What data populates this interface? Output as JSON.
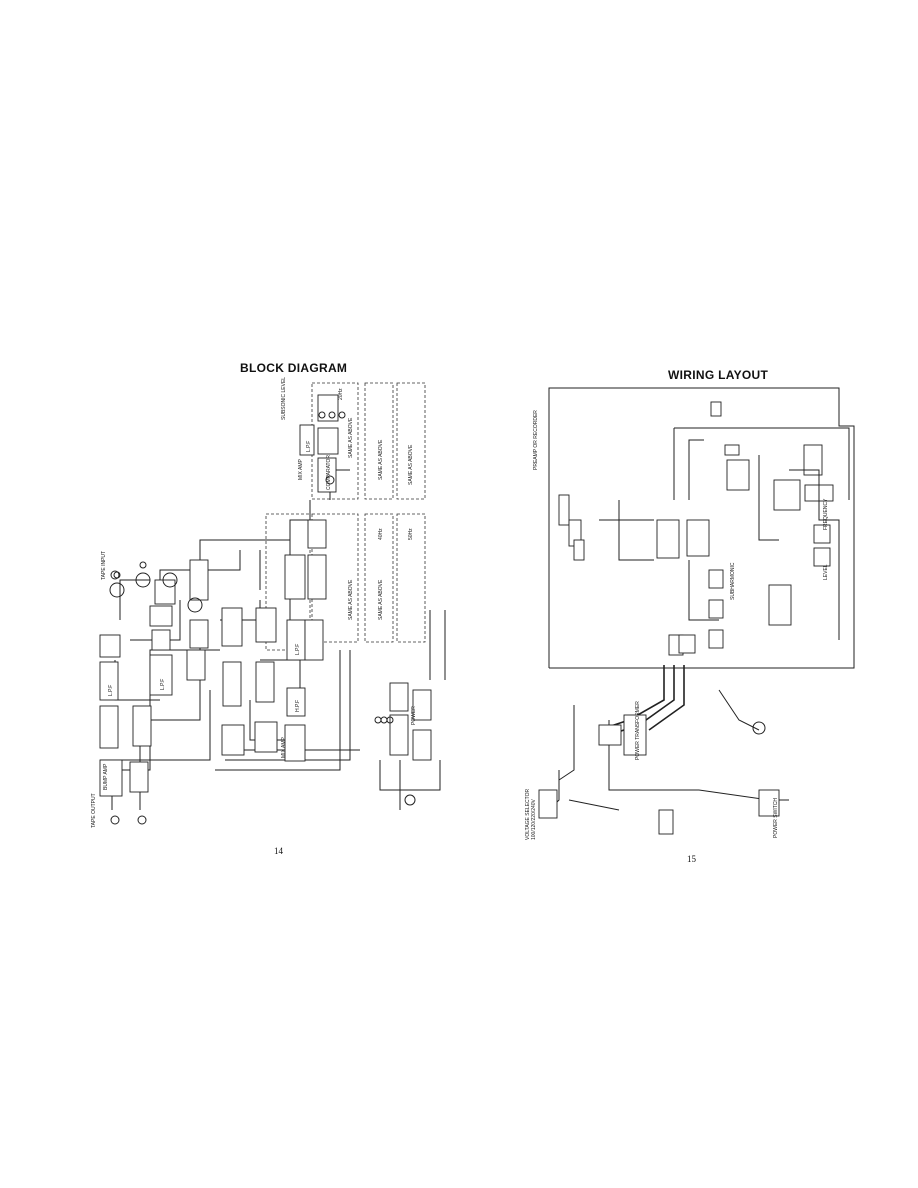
{
  "left_page": {
    "title": "BLOCK DIAGRAM",
    "page_number": "14",
    "labels": {
      "tape_output": "TAPE OUTPUT",
      "bump_amp": "BUMP AMP",
      "tape_input": "TAPE INPUT",
      "subsonic_level": "SUBSONIC LEVEL",
      "mix_amp": "MIX AMP",
      "power": "POWER",
      "same_as_above_1": "SAME AS ABOVE",
      "same_as_above_2": "SAME AS ABOVE",
      "same_as_above_3": "SAME AS ABOVE",
      "same_as_above_4": "SAME AS ABOVE",
      "same_as_above_5": "SAME AS ABOVE",
      "hz_20": "20Hz",
      "hz_40": "40Hz",
      "hz_50": "50Hz",
      "lpf_1": "L.P.F",
      "lpf_2": "L.P.F",
      "lpf_3": "L.P.F",
      "lpf_4": "L.P.F",
      "hpf": "H.P.F",
      "comparator": "COMPARATOR"
    }
  },
  "right_page": {
    "title": "WIRING LAYOUT",
    "page_number": "15",
    "labels": {
      "voltage_selector": "VOLTAGE SELECTOR",
      "voltage_values": "100/120/220/240V",
      "power_switch": "POWER SWITCH",
      "power_transformer": "POWER TRANSFORMER",
      "preamp": "PREAMP OR RECORDER",
      "subharmonic": "SUBHARMONIC",
      "frequency": "FREQUENCY",
      "level": "LEVEL"
    }
  }
}
